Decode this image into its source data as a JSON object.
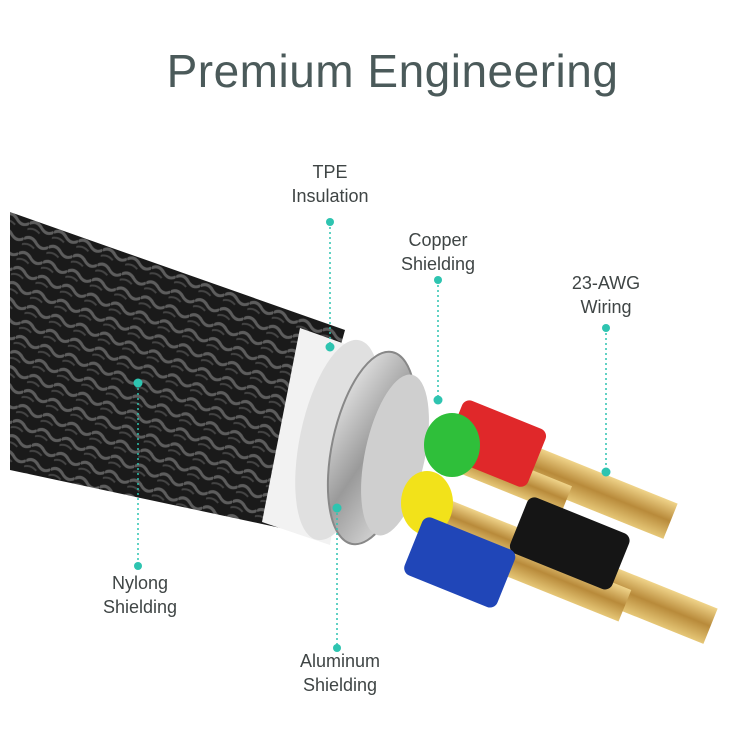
{
  "title": "Premium Engineering",
  "callouts": {
    "tpe": {
      "line1": "TPE",
      "line2": "Insulation"
    },
    "copper": {
      "line1": "Copper",
      "line2": "Shielding"
    },
    "awg": {
      "line1": "23-AWG",
      "line2": "Wiring"
    },
    "nylon": {
      "line1": "Nylong",
      "line2": "Shielding"
    },
    "aluminum": {
      "line1": "Aluminum",
      "line2": "Shielding"
    }
  },
  "colors": {
    "accent": "#2ec4b0",
    "wire_red": "#e0282a",
    "wire_green": "#2fbf3a",
    "wire_yellow": "#f2e21a",
    "wire_blue": "#2046b8",
    "wire_black": "#151515",
    "copper": "#c9a355"
  }
}
